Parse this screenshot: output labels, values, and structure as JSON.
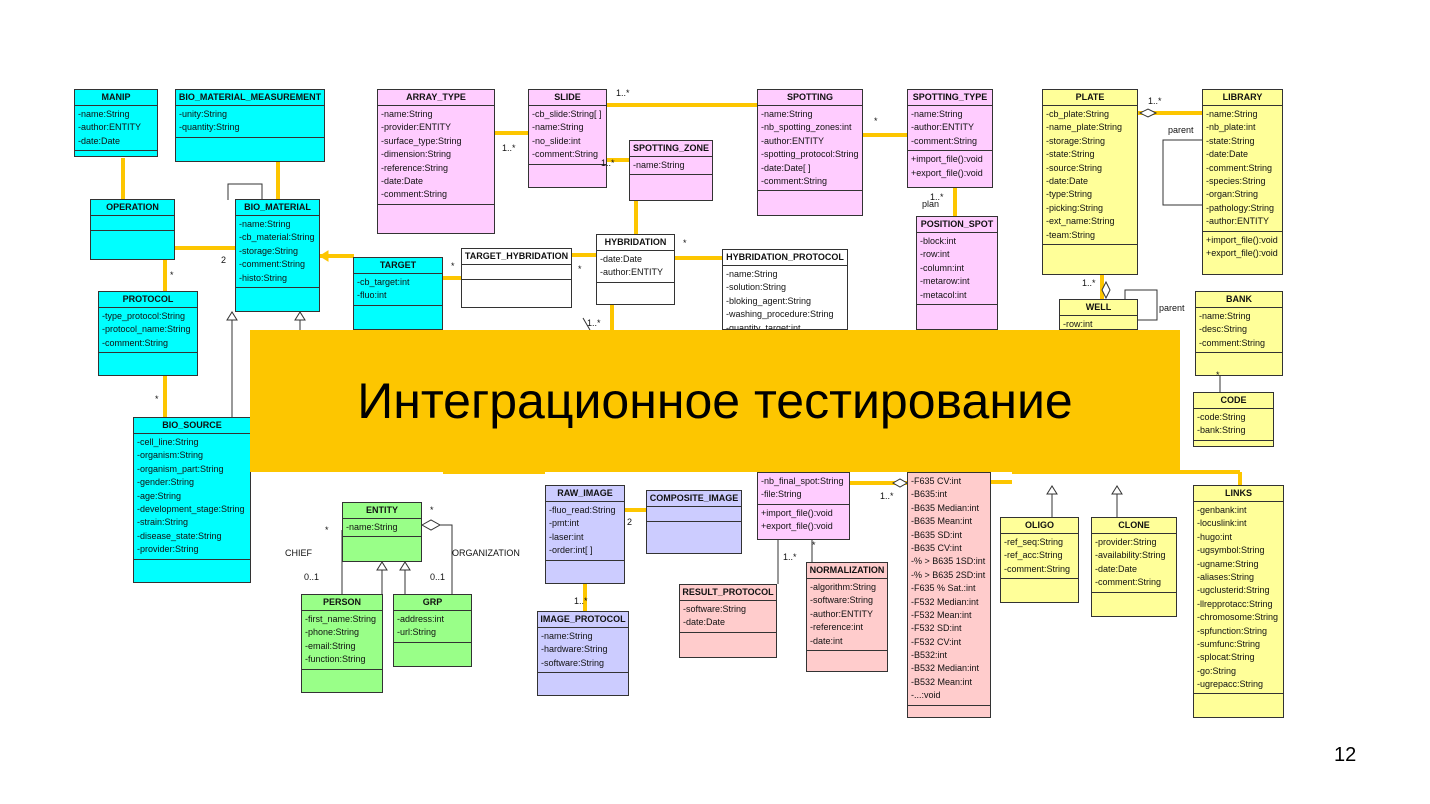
{
  "banner": {
    "title": "Интеграционное тестирование"
  },
  "page_number": "12",
  "colors": {
    "connector": "#fdc600",
    "banner": "#fdc600"
  },
  "classes": [
    {
      "id": "manip",
      "name": "MANIP",
      "attrs": [
        "-name:String",
        "-author:ENTITY",
        "-date:Date"
      ],
      "ops": []
    },
    {
      "id": "bio_material_measurement",
      "name": "BIO_MATERIAL_MEASUREMENT",
      "attrs": [
        "-unity:String",
        "-quantity:String"
      ],
      "ops": []
    },
    {
      "id": "operation",
      "name": "OPERATION",
      "attrs": [],
      "ops": []
    },
    {
      "id": "bio_material",
      "name": "BIO_MATERIAL",
      "attrs": [
        "-name:String",
        "-cb_material:String",
        "-storage:String",
        "-comment:String",
        "-histo:String"
      ],
      "ops": []
    },
    {
      "id": "protocol",
      "name": "PROTOCOL",
      "attrs": [
        "-type_protocol:String",
        "-protocol_name:String",
        "-comment:String"
      ],
      "ops": []
    },
    {
      "id": "bio_source",
      "name": "BIO_SOURCE",
      "attrs": [
        "-cell_line:String",
        "-organism:String",
        "-organism_part:String",
        "-gender:String",
        "-age:String",
        "-development_stage:String",
        "-strain:String",
        "-disease_state:String",
        "-provider:String"
      ],
      "ops": []
    },
    {
      "id": "array_type",
      "name": "ARRAY_TYPE",
      "attrs": [
        "-name:String",
        "-provider:ENTITY",
        "-surface_type:String",
        "-dimension:String",
        "-reference:String",
        "-date:Date",
        "-comment:String"
      ],
      "ops": []
    },
    {
      "id": "slide",
      "name": "SLIDE",
      "attrs": [
        "-cb_slide:String[ ]",
        "-name:String",
        "-no_slide:int",
        "-comment:String"
      ],
      "ops": []
    },
    {
      "id": "spotting_zone",
      "name": "SPOTTING_ZONE",
      "attrs": [
        "-name:String"
      ],
      "ops": []
    },
    {
      "id": "spotting",
      "name": "SPOTTING",
      "attrs": [
        "-name:String",
        "-nb_spotting_zones:int",
        "-author:ENTITY",
        "-spotting_protocol:String",
        "-date:Date[ ]",
        "-comment:String"
      ],
      "ops": []
    },
    {
      "id": "spotting_type",
      "name": "SPOTTING_TYPE",
      "attrs": [
        "-name:String",
        "-author:ENTITY",
        "-comment:String"
      ],
      "ops": [
        "+import_file():void",
        "+export_file():void"
      ]
    },
    {
      "id": "position_spot",
      "name": "POSITION_SPOT",
      "attrs": [
        "-block:int",
        "-row:int",
        "-column:int",
        "-metarow:int",
        "-metacol:int"
      ],
      "ops": []
    },
    {
      "id": "target",
      "name": "TARGET",
      "attrs": [
        "-cb_target:int",
        "-fluo:int"
      ],
      "ops": []
    },
    {
      "id": "target_hybridation",
      "name": "TARGET_HYBRIDATION",
      "attrs": [],
      "ops": []
    },
    {
      "id": "hybridation",
      "name": "HYBRIDATION",
      "attrs": [
        "-date:Date",
        "-author:ENTITY"
      ],
      "ops": []
    },
    {
      "id": "hybridation_protocol",
      "name": "HYBRIDATION_PROTOCOL",
      "attrs": [
        "-name:String",
        "-solution:String",
        "-bloking_agent:String",
        "-washing_procedure:String",
        "-quantity_target:int"
      ],
      "ops": []
    },
    {
      "id": "plate",
      "name": "PLATE",
      "attrs": [
        "-cb_plate:String",
        "-name_plate:String",
        "-storage:String",
        "-state:String",
        "-source:String",
        "-date:Date",
        "-type:String",
        "-picking:String",
        "-ext_name:String",
        "-team:String"
      ],
      "ops": []
    },
    {
      "id": "library",
      "name": "LIBRARY",
      "attrs": [
        "-name:String",
        "-nb_plate:int",
        "-state:String",
        "-date:Date",
        "-comment:String",
        "-species:String",
        "-organ:String",
        "-pathology:String",
        "-author:ENTITY"
      ],
      "ops": [
        "+import_file():void",
        "+export_file():void"
      ]
    },
    {
      "id": "well",
      "name": "WELL",
      "attrs": [
        "-row:int"
      ],
      "ops": []
    },
    {
      "id": "bank",
      "name": "BANK",
      "attrs": [
        "-name:String",
        "-desc:String",
        "-comment:String"
      ],
      "ops": []
    },
    {
      "id": "code",
      "name": "CODE",
      "attrs": [
        "-code:String",
        "-bank:String"
      ],
      "ops": []
    },
    {
      "id": "entity",
      "name": "ENTITY",
      "attrs": [
        "-name:String"
      ],
      "ops": []
    },
    {
      "id": "person",
      "name": "PERSON",
      "attrs": [
        "-first_name:String",
        "-phone:String",
        "-email:String",
        "-function:String"
      ],
      "ops": []
    },
    {
      "id": "grp",
      "name": "GRP",
      "attrs": [
        "-address:int",
        "-url:String"
      ],
      "ops": []
    },
    {
      "id": "raw_image",
      "name": "RAW_IMAGE",
      "attrs": [
        "-fluo_read:String",
        "-pmt:int",
        "-laser:int",
        "-order:int[ ]"
      ],
      "ops": []
    },
    {
      "id": "composite_image",
      "name": "COMPOSITE_IMAGE",
      "attrs": [],
      "ops": []
    },
    {
      "id": "image_protocol",
      "name": "IMAGE_PROTOCOL",
      "attrs": [
        "-name:String",
        "-hardware:String",
        "-software:String"
      ],
      "ops": []
    },
    {
      "id": "result",
      "name": "",
      "attrs": [
        "-nb_final_spot:String",
        "-file:String"
      ],
      "ops": [
        "+import_file():void",
        "+export_file():void"
      ]
    },
    {
      "id": "result_protocol",
      "name": "RESULT_PROTOCOL",
      "attrs": [
        "-software:String",
        "-date:Date"
      ],
      "ops": []
    },
    {
      "id": "normalization",
      "name": "NORMALIZATION",
      "attrs": [
        "-algorithm:String",
        "-software:String",
        "-author:ENTITY",
        "-reference:int",
        "-date:int"
      ],
      "ops": []
    },
    {
      "id": "spot_values",
      "name": "",
      "attrs": [
        "-F635 CV:int",
        "-B635:int",
        "-B635 Median:int",
        "-B635 Mean:int",
        "-B635 SD:int",
        "-B635 CV:int",
        "-% > B635 1SD:int",
        "-% > B635 2SD:int",
        "-F635 % Sat.:int",
        "-F532 Median:int",
        "-F532 Mean:int",
        "-F532 SD:int",
        "-F532 CV:int",
        "-B532:int",
        "-B532 Median:int",
        "-B532 Mean:int",
        "-...:void"
      ],
      "ops": []
    },
    {
      "id": "oligo",
      "name": "OLIGO",
      "attrs": [
        "-ref_seq:String",
        "-ref_acc:String",
        "-comment:String"
      ],
      "ops": []
    },
    {
      "id": "clone",
      "name": "CLONE",
      "attrs": [
        "-provider:String",
        "-availability:String",
        "-date:Date",
        "-comment:String"
      ],
      "ops": []
    },
    {
      "id": "links",
      "name": "LINKS",
      "attrs": [
        "-genbank:int",
        "-locuslink:int",
        "-hugo:int",
        "-ugsymbol:String",
        "-ugname:String",
        "-aliases:String",
        "-ugclusterid:String",
        "-llrepprotacc:String",
        "-chromosome:String",
        "-spfunction:String",
        "-sumfunc:String",
        "-splocat:String",
        "-go:String",
        "-ugrepacc:String"
      ],
      "ops": []
    }
  ],
  "labels": [
    {
      "id": "m_slide_spotting",
      "text": "1..*"
    },
    {
      "id": "m_array_slide",
      "text": "1..*"
    },
    {
      "id": "m_slide_zone",
      "text": "1..*"
    },
    {
      "id": "m_spotting_type",
      "text": "*"
    },
    {
      "id": "m_posspot_top",
      "text": "1..*"
    },
    {
      "id": "m_plan",
      "text": "plan"
    },
    {
      "id": "m_plate_library",
      "text": "1..*"
    },
    {
      "id": "m_parent_lib",
      "text": "parent"
    },
    {
      "id": "m_biomat_2",
      "text": "2"
    },
    {
      "id": "m_protocol_star",
      "text": "*"
    },
    {
      "id": "m_biosource_star",
      "text": "*"
    },
    {
      "id": "m_target_star",
      "text": "*"
    },
    {
      "id": "m_targethyb_star",
      "text": "*"
    },
    {
      "id": "m_hyb_star",
      "text": "*"
    },
    {
      "id": "m_hyb_1n",
      "text": "1..*"
    },
    {
      "id": "m_well_1n",
      "text": "1..*"
    },
    {
      "id": "m_parent_well",
      "text": "parent"
    },
    {
      "id": "m_code_star",
      "text": "*"
    },
    {
      "id": "m_entity_star_l",
      "text": "*"
    },
    {
      "id": "m_entity_star_r",
      "text": "*"
    },
    {
      "id": "m_chief",
      "text": "CHIEF"
    },
    {
      "id": "m_organization",
      "text": "ORGANIZATION"
    },
    {
      "id": "m_person_01",
      "text": "0..1"
    },
    {
      "id": "m_grp_01",
      "text": "0..1"
    },
    {
      "id": "m_raw_2",
      "text": "2"
    },
    {
      "id": "m_raw_1n",
      "text": "1..*"
    },
    {
      "id": "m_result_1n",
      "text": "1..*"
    },
    {
      "id": "m_result_star",
      "text": "*"
    },
    {
      "id": "m_spot_1n",
      "text": "1..*"
    }
  ]
}
